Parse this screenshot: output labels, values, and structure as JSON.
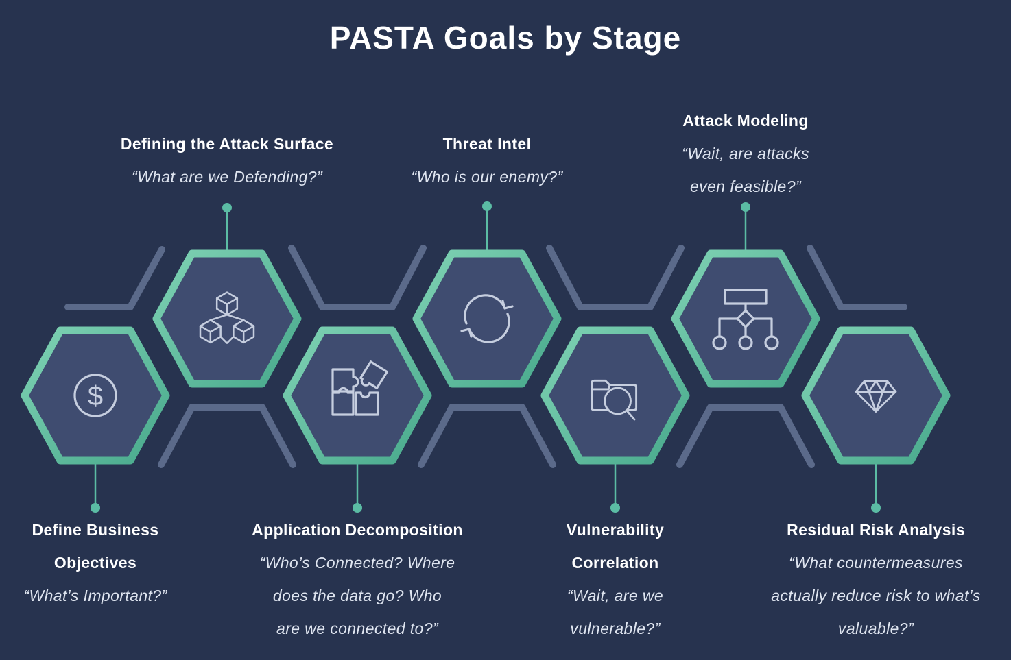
{
  "title": "PASTA Goals by Stage",
  "colors": {
    "background": "#27334f",
    "hex_fill": "#3f4c70",
    "hex_border_light": "#7fd2b4",
    "hex_border_dark": "#48a98c",
    "honeycomb_outline": "#5b6a8a",
    "icon_stroke": "#c6cedf",
    "stem_teal": "#5bbca4",
    "name_text": "#ffffff",
    "quote_text": "#dfe5f0"
  },
  "stages": [
    {
      "name": "Define Business\nObjectives",
      "quote": "“What’s Important?”",
      "icon": "dollar-circle-icon",
      "position": "below"
    },
    {
      "name": "Defining the Attack Surface",
      "quote": "“What are we Defending?”",
      "icon": "cubes-icon",
      "position": "above"
    },
    {
      "name": "Application Decomposition",
      "quote": "“Who’s Connected? Where\ndoes the data go? Who\nare we connected to?”",
      "icon": "puzzle-icon",
      "position": "below"
    },
    {
      "name": "Threat Intel",
      "quote": "“Who is our enemy?”",
      "icon": "refresh-icon",
      "position": "above"
    },
    {
      "name": "Vulnerability\nCorrelation",
      "quote": "“Wait, are we\nvulnerable?”",
      "icon": "folder-search-icon",
      "position": "below"
    },
    {
      "name": "Attack Modeling",
      "quote": "“Wait, are attacks\neven feasible?”",
      "icon": "flowchart-icon",
      "position": "above"
    },
    {
      "name": "Residual Risk Analysis",
      "quote": "“What countermeasures\nactually reduce risk to what’s\nvaluable?”",
      "icon": "diamond-icon",
      "position": "below"
    }
  ],
  "icon_glyphs": {
    "dollar": "$"
  }
}
